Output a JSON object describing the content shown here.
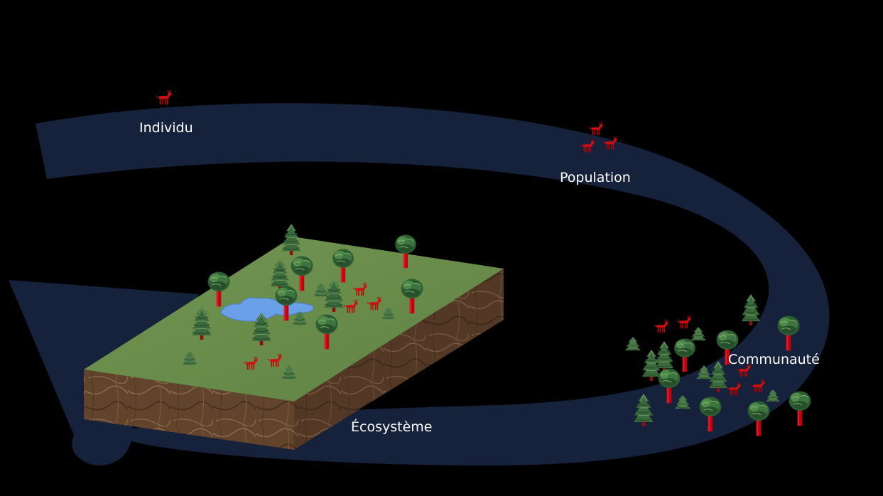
{
  "labels": {
    "individu": "Individu",
    "population": "Population",
    "communaute": "Communauté",
    "ecosysteme": "Écosystème"
  },
  "colors": {
    "background": "#000000",
    "arrow": "#16213c",
    "grass": "#6a8c4a",
    "soil": "#6b4a30",
    "water": "#6aa0e8",
    "deer": "#d01010",
    "trunk": "#c00010",
    "foliage": "#2f6b35"
  },
  "icons": {
    "animal": "deer-icon",
    "tree_round": "deciduous-tree-icon",
    "tree_conifer": "conifer-tree-icon",
    "lake": "lake-icon"
  }
}
